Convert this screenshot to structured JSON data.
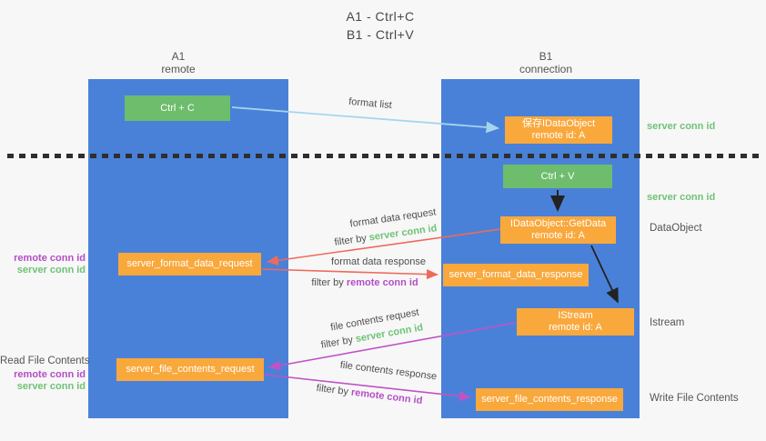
{
  "title": {
    "line1": "A1 - Ctrl+C",
    "line2": "B1 - Ctrl+V"
  },
  "lifelines": {
    "a": {
      "name": "A1",
      "role": "remote"
    },
    "b": {
      "name": "B1",
      "role": "connection"
    }
  },
  "nodes": {
    "ctrl_c": {
      "label": "Ctrl + C"
    },
    "ctrl_v": {
      "label": "Ctrl + V"
    },
    "save_dataobject": {
      "line1": "保存IDataObject",
      "line2": "remote id: A"
    },
    "getdata": {
      "line1": "IDataObject::GetData",
      "line2": "remote id: A"
    },
    "istream": {
      "line1": "IStream",
      "line2": "remote id: A"
    },
    "format_request": {
      "label": "server_format_data_request"
    },
    "format_response": {
      "label": "server_format_data_response"
    },
    "file_request": {
      "label": "server_file_contents_request"
    },
    "file_response": {
      "label": "server_file_contents_response"
    }
  },
  "arrow_labels": {
    "format_list": "format list",
    "format_data_request": "format data request",
    "filter_server_1": {
      "prefix": "filter by ",
      "highlight": "server conn id"
    },
    "format_data_response": "format data response",
    "filter_remote_1": {
      "prefix": "filter by ",
      "highlight": "remote conn id"
    },
    "file_contents_request": "file contents request",
    "filter_server_2": {
      "prefix": "filter by ",
      "highlight": "server conn id"
    },
    "file_contents_response": "file contents response",
    "filter_remote_2": {
      "prefix": "filter by ",
      "highlight": "remote conn id"
    }
  },
  "side_labels": {
    "server_conn_top": "server conn id",
    "server_conn_mid": "server conn id",
    "dataobject": "DataObject",
    "istream": "Istream",
    "write_file": "Write File Contents",
    "read_file": "Read File Contents",
    "remote_conn_1": "remote conn id",
    "server_conn_1": "server conn id",
    "remote_conn_2": "remote conn id",
    "server_conn_2": "server conn id"
  },
  "colors": {
    "lifeline_blue": "#4a81d8",
    "node_orange": "#f9a83c",
    "node_green": "#6dbd6d",
    "arrow_blue": "#a5d5ee",
    "arrow_red": "#ee6a5c",
    "arrow_magenta": "#bf53c6",
    "arrow_black": "#222222",
    "label_green": "#6fc277",
    "label_purple": "#b44ec6",
    "text_dark": "#555555"
  }
}
